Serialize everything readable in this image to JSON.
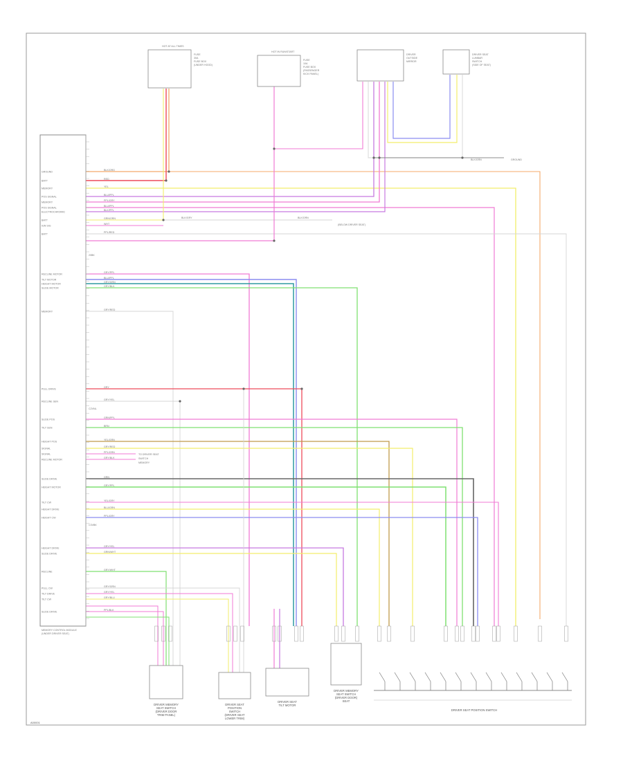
{
  "title_text": "",
  "module": {
    "name_lines": [
      "MEMORY CONTROL MODULE",
      "(UNDER DRIVER SEAT)"
    ],
    "group_label_1": "20BK",
    "group_label_2": "C2VNL",
    "group_label_3": "C3VBK"
  },
  "top_components": [
    {
      "id": "fuse_a",
      "header": "HOT AT ALL TIMES",
      "lines": [
        "FUSE",
        "30A",
        "FUSE BOX",
        "(UNDER HOOD)"
      ]
    },
    {
      "id": "fuse_b",
      "header": "HOT IN RUN/START",
      "lines": [
        "FUSE",
        "10A",
        "FUSE BOX",
        "(PASSENGER",
        "KICK PANEL)"
      ]
    },
    {
      "id": "mirror",
      "header": "",
      "lines": [
        "DRIVER",
        "OUTSIDE",
        "MIRROR"
      ]
    },
    {
      "id": "mirror_pass",
      "header": "",
      "lines": [
        "DRIVER SEAT",
        "LUMBAR",
        "SWITCH",
        "(SIDE OF SEAT)"
      ]
    }
  ],
  "pin_labels": [
    "GROUND",
    "BATT",
    "MEMORY",
    "POS SIGNAL",
    "MEMORY",
    "POS SIGNAL",
    "ELECTROCHROMIC",
    "BATT",
    "IGN SIG",
    "BATT",
    "RECLINE MOTOR",
    "TILT MOTOR",
    "HEIGHT MOTOR",
    "SLIDE MOTOR",
    "MEMORY",
    "PULL DRIVE",
    "RECLINE SEN",
    "SLIDE POS",
    "TILT SEN",
    "HEIGHT POS",
    "SIGNAL",
    "SIGNAL",
    "RECLINE MOTOR",
    "SLIDE DRIVE",
    "HEIGHT MOTOR",
    "TILT CW",
    "HEIGHT DRIVE",
    "HEIGHT CW",
    "HEIGHT DRIVE",
    "SLIDE DRIVE",
    "RECLINE",
    "PULL CW",
    "TILT DRIVE",
    "TILT CW",
    "SLIDE DRIVE"
  ],
  "wire_labels": [
    "BLK/ORG",
    "RED",
    "YEL",
    "BLU/PPL",
    "PPL/GRY",
    "BLU/PPL",
    "BLK/PPL",
    "GRN/ORN",
    "WHT",
    "PPL/RED",
    "GRY/PPL",
    "BLU/PPL",
    "GRY/GRN",
    "GRY/BLK",
    "GRY/RED",
    "GRY",
    "GRY/YEL",
    "GRN/PPL",
    "BRN",
    "YEL/GRN",
    "GRY/RED",
    "PPL/GRN",
    "GRY/BLK",
    "GRN",
    "GRY/PPL",
    "YEL/GRY",
    "BLU/GRN",
    "PPL/GRY",
    "GRY/YEL",
    "GRN/WHT",
    "GRY/WHT",
    "GRY/GRN",
    "GRY/YEL",
    "GRY/BLU",
    "PPL/BLK"
  ],
  "side_notes": [
    {
      "text": "BLK/GRN",
      "sub": ""
    },
    {
      "text": "BLK/GRY",
      "sub": "GROUND"
    },
    {
      "text": "BLK/ORN",
      "sub": "(BELOW DRIVER SEAT)"
    }
  ],
  "bus_notes": [
    "TO DRIVER SEAT",
    "SWITCH",
    "MEMORY"
  ],
  "bottom_components": [
    {
      "id": "bc1",
      "lines": [
        "DRIVER MEMORY",
        "SEAT SWITCH",
        "(DRIVER DOOR",
        "TRIM PANEL)"
      ]
    },
    {
      "id": "bc2",
      "lines": [
        "DRIVER SEAT",
        "POSITION",
        "SWITCH",
        "(DRIVER SEAT",
        "LOWER TRIM)"
      ]
    },
    {
      "id": "bc3",
      "lines": [
        "DRIVER SEAT",
        "TILT MOTOR"
      ]
    },
    {
      "id": "bc4",
      "lines": [
        "DRIVER MEMORY",
        "SEAT SWITCH",
        "(DRIVER DOOR)",
        "SEAT"
      ]
    },
    {
      "id": "bc5",
      "lines": [
        "DRIVER SEAT POSITION SWITCH"
      ]
    }
  ],
  "footer_code": "A00001",
  "colors": {
    "orange": "#f4a96a",
    "red": "#ee4a5a",
    "yellow": "#f2ee6a",
    "blue": "#8a8cf0",
    "violet": "#c779e0",
    "pink": "#f07ad4",
    "green": "#7fe070",
    "teal": "#2f9aa0",
    "gray": "#9a9a9a",
    "dgray": "#666666",
    "brown": "#c09a4a",
    "light": "#d4d4d4"
  }
}
